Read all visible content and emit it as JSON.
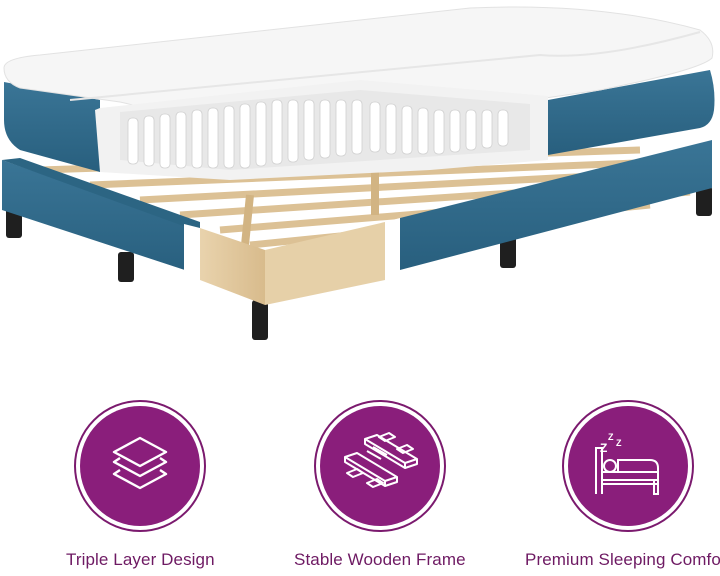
{
  "product_image": {
    "description": "Cutaway of pocket-spring mattress with white topper on blue velvet upholstered box spring with wooden slat frame and black legs",
    "colors": {
      "upholstery": "#2f6a8a",
      "wood": "#e2c9a0",
      "legs": "#1f1f1f",
      "topper": "#f4f4f4"
    }
  },
  "features": [
    {
      "label": "Triple Layer Design",
      "icon": "layers-icon"
    },
    {
      "label": "Stable Wooden Frame",
      "icon": "wooden-slats-icon"
    },
    {
      "label": "Premium Sleeping Comfort",
      "icon": "sleeping-bed-icon"
    }
  ],
  "theme": {
    "badge_color": "#8a1e7b",
    "label_color": "#6e1a63"
  }
}
